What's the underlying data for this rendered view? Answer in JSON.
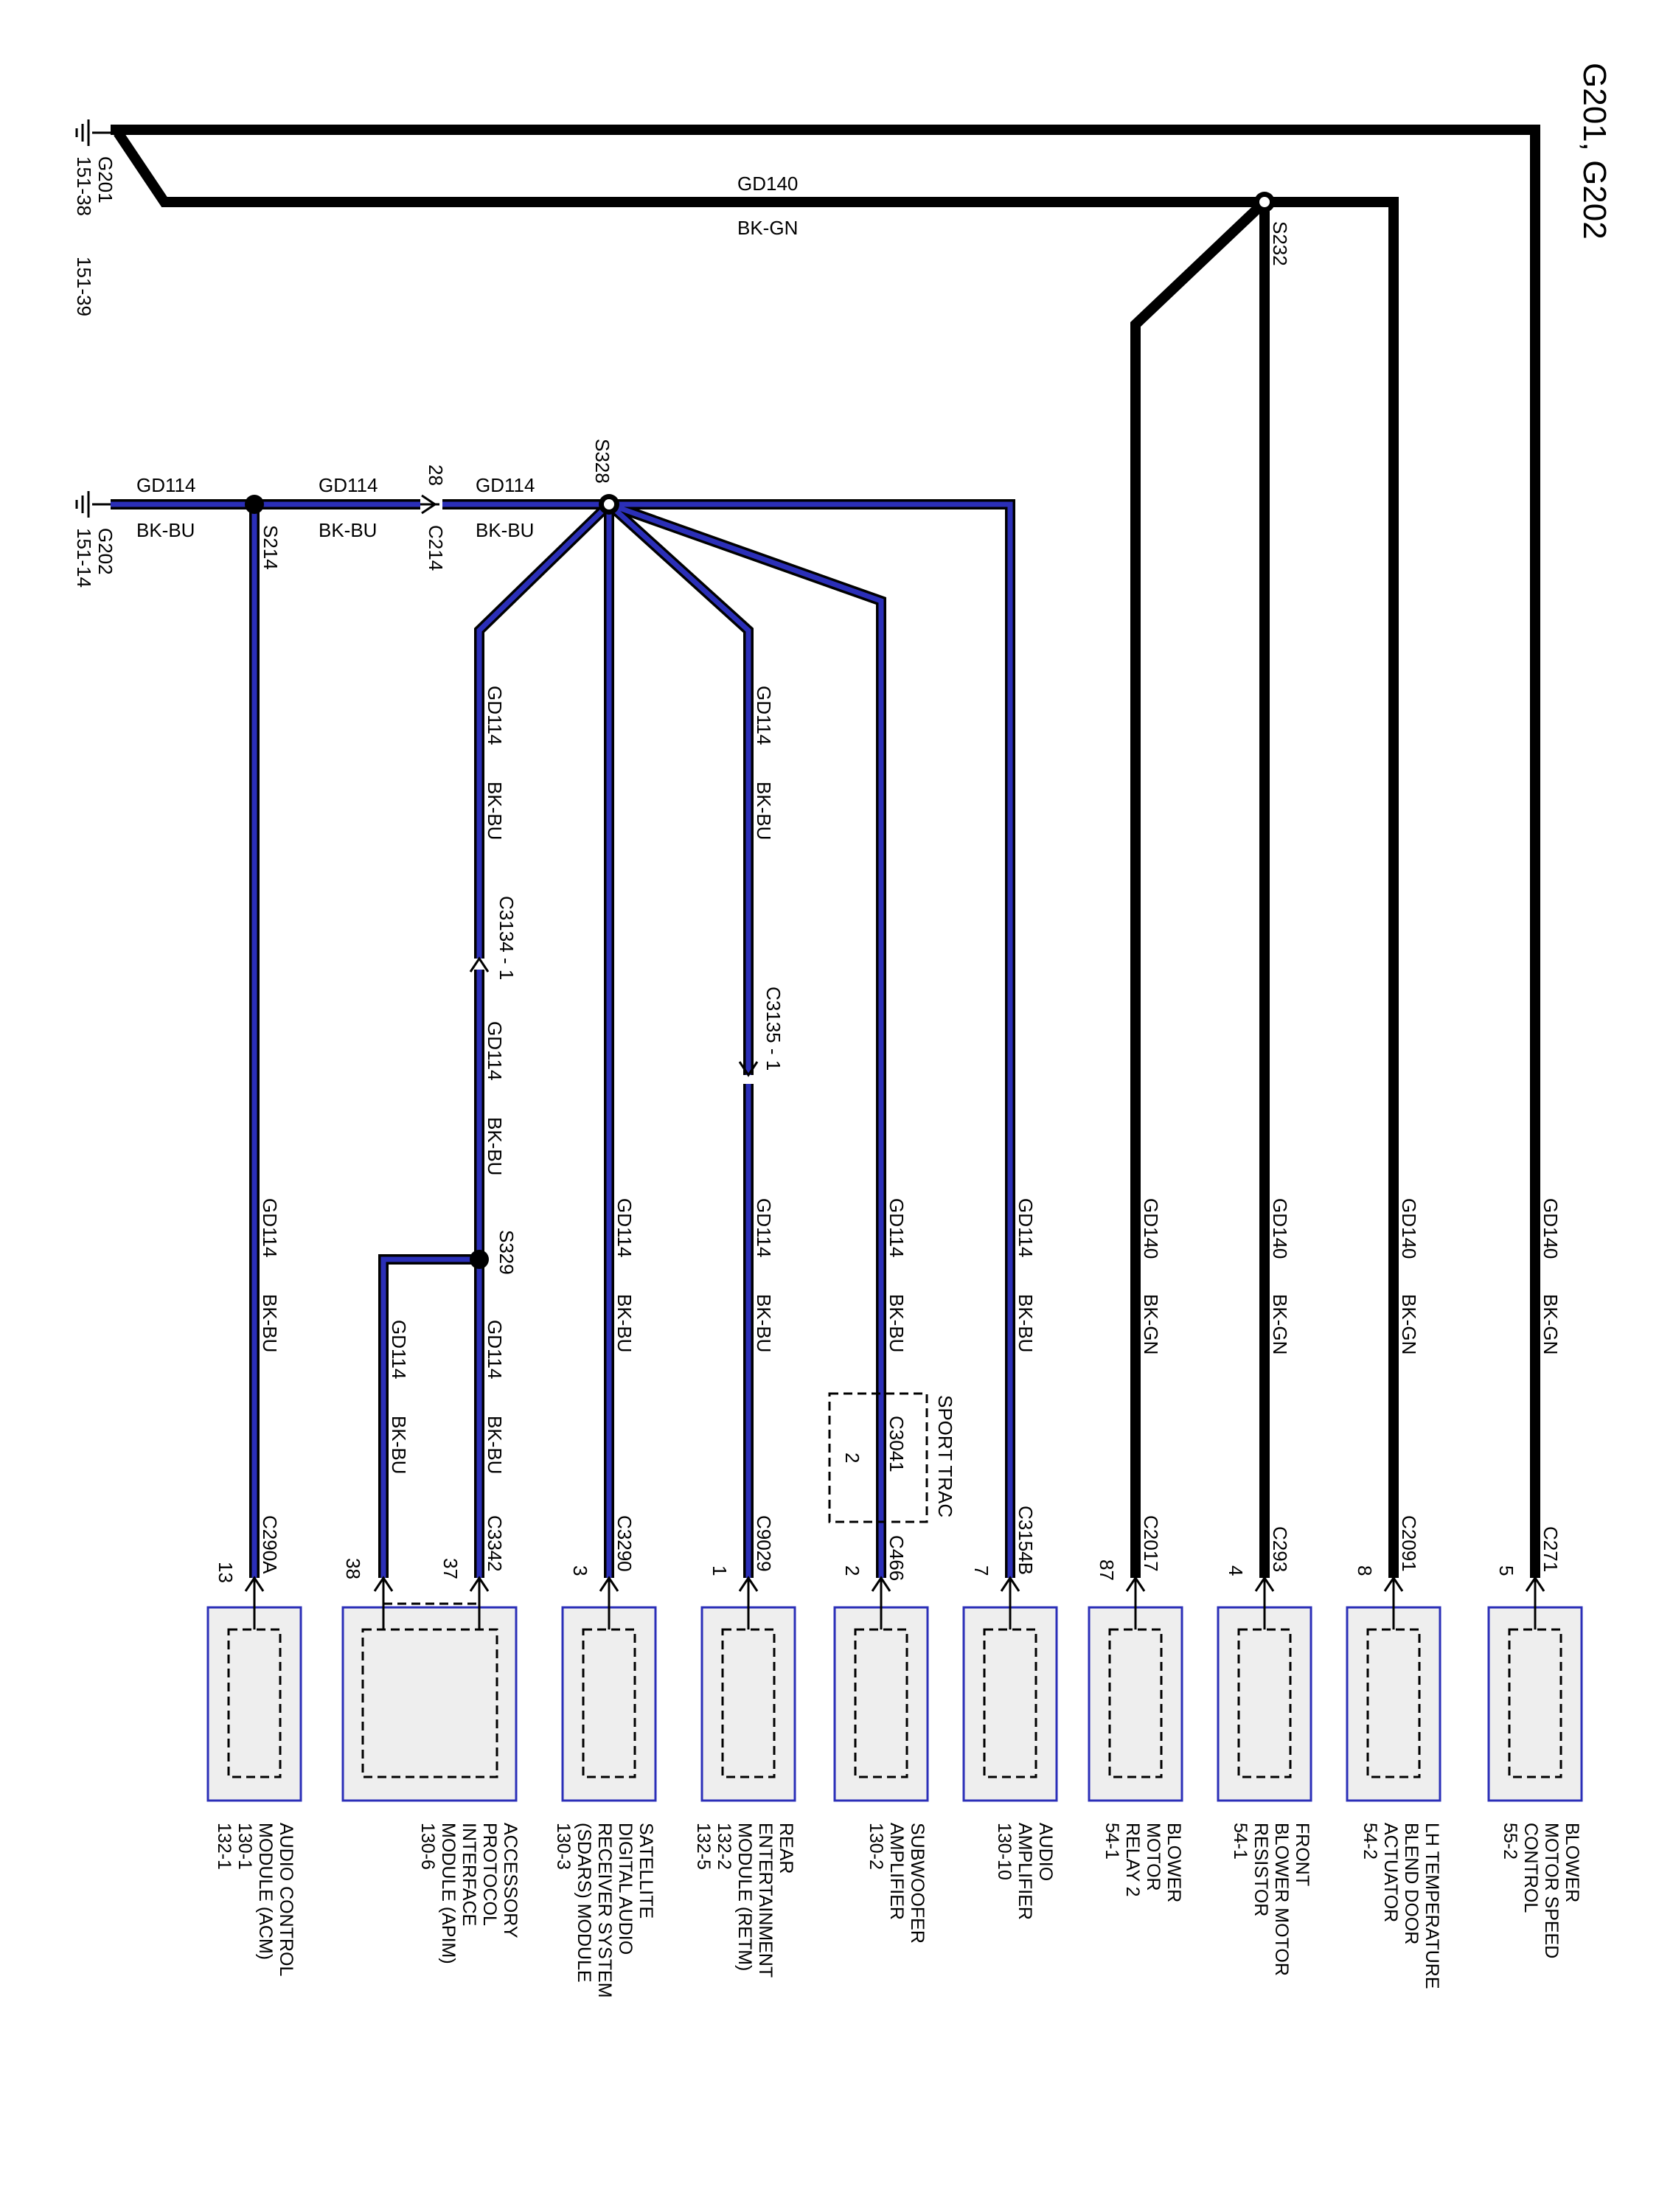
{
  "title": "G201, G202",
  "grounds": {
    "g201": {
      "name": "G201",
      "ref1": "151-38",
      "ref2": "151-39"
    },
    "g202": {
      "name": "G202",
      "ref1": "151-14"
    }
  },
  "circuits": {
    "gd140": {
      "id": "GD140",
      "color": "BK-GN"
    },
    "gd114": {
      "id": "GD114",
      "color": "BK-BU"
    }
  },
  "splices": {
    "s232": "S232",
    "s328": "S328",
    "s214": "S214",
    "s329": "S329"
  },
  "inline_connectors": {
    "c214": {
      "name": "C214",
      "pin": "28"
    },
    "c3134": {
      "name": "C3134 - 1"
    },
    "c3135": {
      "name": "C3135 - 1"
    },
    "c3041": {
      "name": "C3041",
      "pin": "2",
      "option": "SPORT TRAC"
    }
  },
  "modules": [
    {
      "connector": "C290A",
      "pin": "13",
      "lines": [
        "AUDIO CONTROL",
        "MODULE (ACM)",
        "130-1",
        "132-1"
      ]
    },
    {
      "connector": "C3342",
      "pin": "37",
      "pin2": "38",
      "lines": [
        "ACCESSORY",
        "PROTOCOL",
        "INTERFACE",
        "MODULE (APIM)",
        "130-6"
      ]
    },
    {
      "connector": "C3290",
      "pin": "3",
      "lines": [
        "SATELLITE",
        "DIGITAL AUDIO",
        "RECEIVER SYSTEM",
        "(SDARS) MODULE",
        "130-3"
      ]
    },
    {
      "connector": "C9029",
      "pin": "1",
      "lines": [
        "REAR",
        "ENTERTAINMENT",
        "MODULE (RETM)",
        "132-2",
        "132-5"
      ]
    },
    {
      "connector": "C466",
      "pin": "2",
      "lines": [
        "SUBWOOFER",
        "AMPLIFIER",
        "130-2"
      ]
    },
    {
      "connector": "C3154B",
      "pin": "7",
      "lines": [
        "AUDIO",
        "AMPLIFIER",
        "130-10"
      ]
    },
    {
      "connector": "C2017",
      "pin": "87",
      "lines": [
        "BLOWER",
        "MOTOR",
        "RELAY 2",
        "54-1"
      ]
    },
    {
      "connector": "C293",
      "pin": "4",
      "lines": [
        "FRONT",
        "BLOWER MOTOR",
        "RESISTOR",
        "54-1"
      ]
    },
    {
      "connector": "C2091",
      "pin": "8",
      "lines": [
        "LH TEMPERATURE",
        "BLEND DOOR",
        "ACTUATOR",
        "54-2"
      ]
    },
    {
      "connector": "C271",
      "pin": "5",
      "lines": [
        "BLOWER",
        "MOTOR SPEED",
        "CONTROL",
        "55-2"
      ]
    }
  ]
}
